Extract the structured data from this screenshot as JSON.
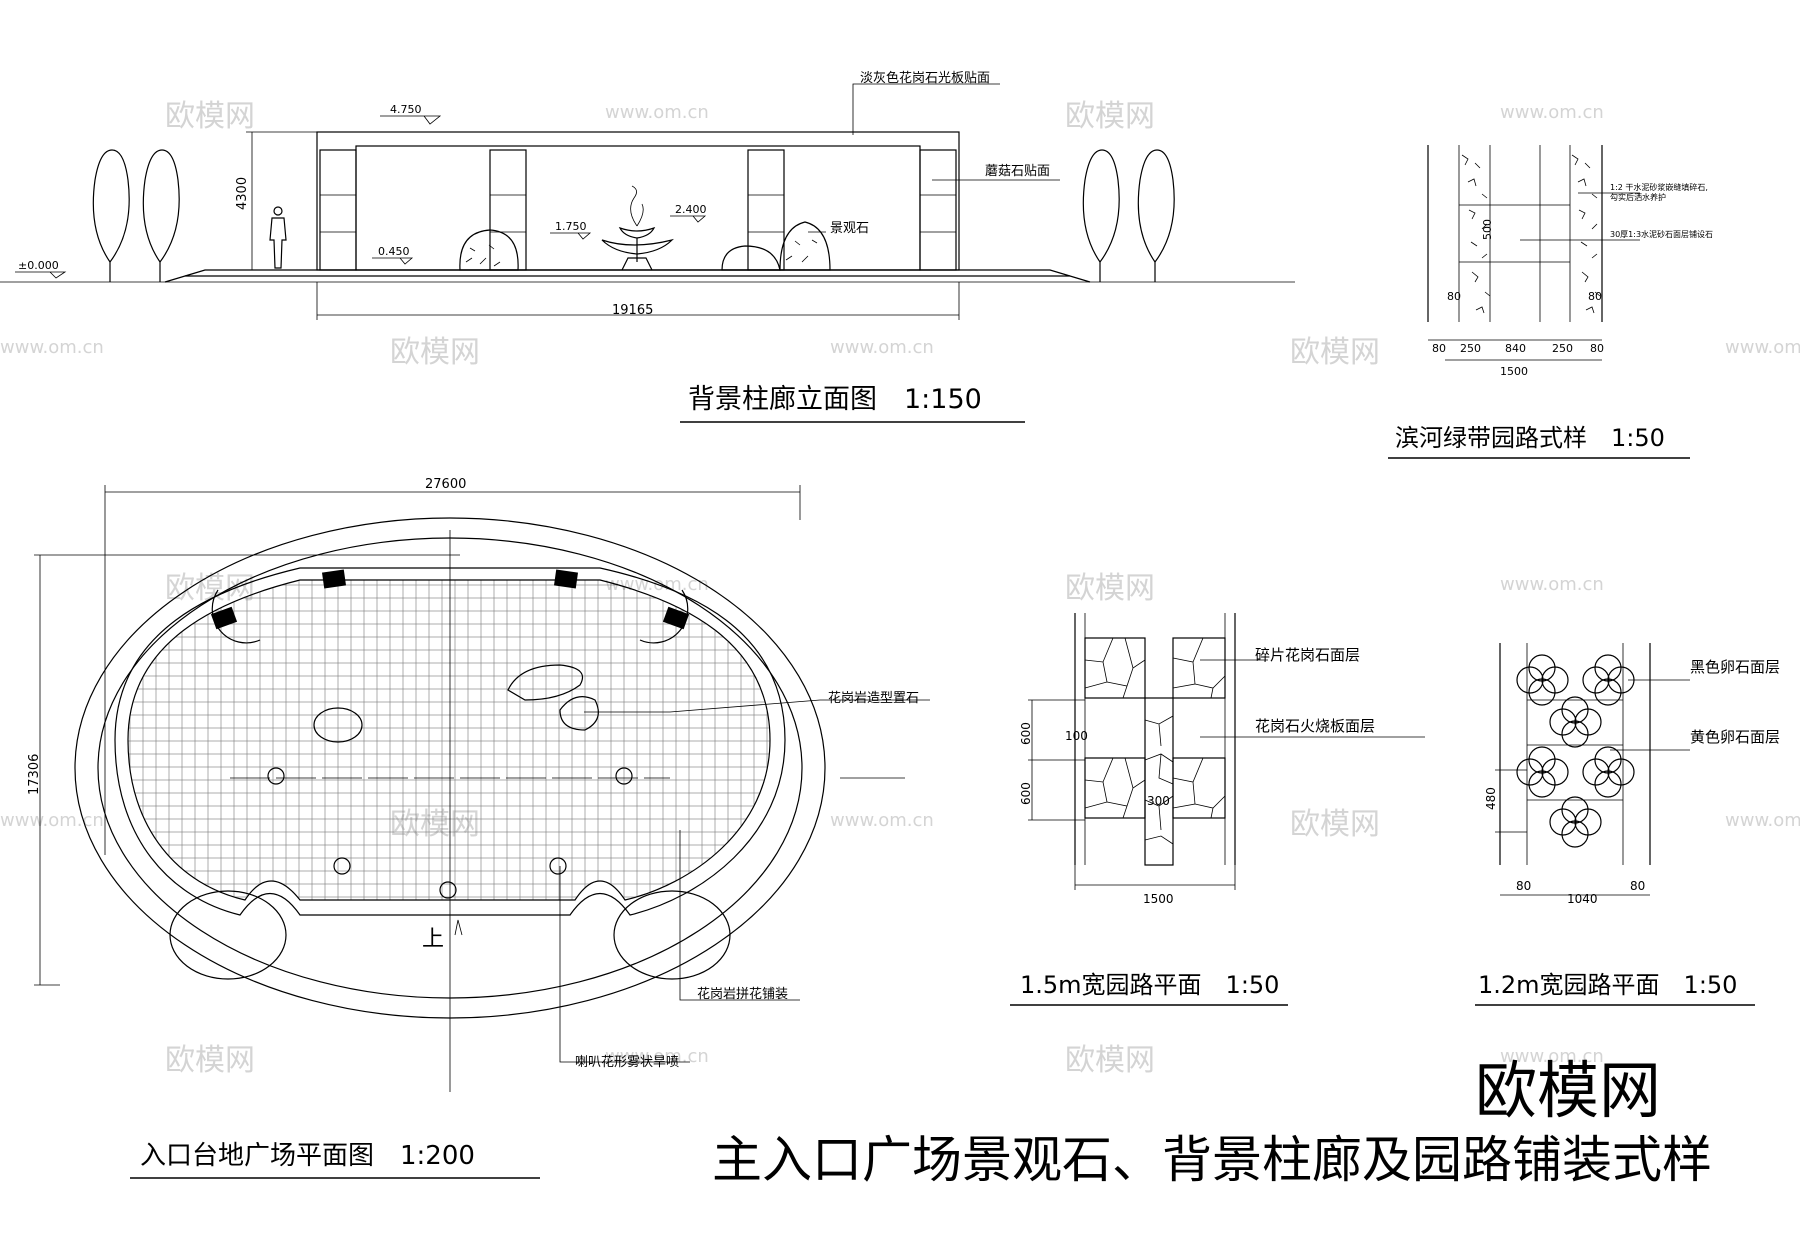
{
  "main_title": "主入口广场景观石、背景柱廊及园路铺装式样",
  "watermarks": {
    "logo": "欧模网",
    "url": "www.om.cn"
  },
  "elevation": {
    "title": "背景柱廊立面图　1:150",
    "note_top": "淡灰色花岗石光板贴面",
    "note_right": "蘑菇石贴面",
    "note_stone": "景观石",
    "dim_width": "19165",
    "dim_height": "4300",
    "level_top": "4.750",
    "level_ground": "±0.000",
    "level_step": "0.450",
    "level_fountain_base": "1.750",
    "level_fountain_top": "2.400"
  },
  "riverside_path": {
    "title": "滨河绿带园路式样　1:50",
    "note_1": "1:2 干水泥砂浆嵌缝填碎石,",
    "note_1b": "勾实后洒水养护",
    "note_2": "30厚1:3水泥砂石面层铺设石",
    "dim_total": "1500",
    "dims": [
      "80",
      "250",
      "840",
      "250",
      "80"
    ],
    "dim_side": "80",
    "dim_side_r": "80",
    "dim_seg": "500"
  },
  "plaza_plan": {
    "title": "入口台地广场平面图　1:200",
    "dim_width": "27600",
    "dim_height": "17306",
    "label_stone": "花岗岩造型置石",
    "label_paving": "花岗岩拼花铺装",
    "label_fountain": "喇叭花形雾状旱喷",
    "label_up": "上"
  },
  "path_15": {
    "title": "1.5m宽园路平面　1:50",
    "label_1": "碎片花岗石面层",
    "label_2": "花岗石火烧板面层",
    "dim_a": "600",
    "dim_b": "600",
    "dim_c": "100",
    "dim_d": "300",
    "dim_total": "1500"
  },
  "path_12": {
    "title": "1.2m宽园路平面　1:50",
    "label_1": "黑色卵石面层",
    "label_2": "黄色卵石面层",
    "dim_a": "480",
    "dim_total": "1040",
    "dim_l": "80",
    "dim_r": "80"
  }
}
